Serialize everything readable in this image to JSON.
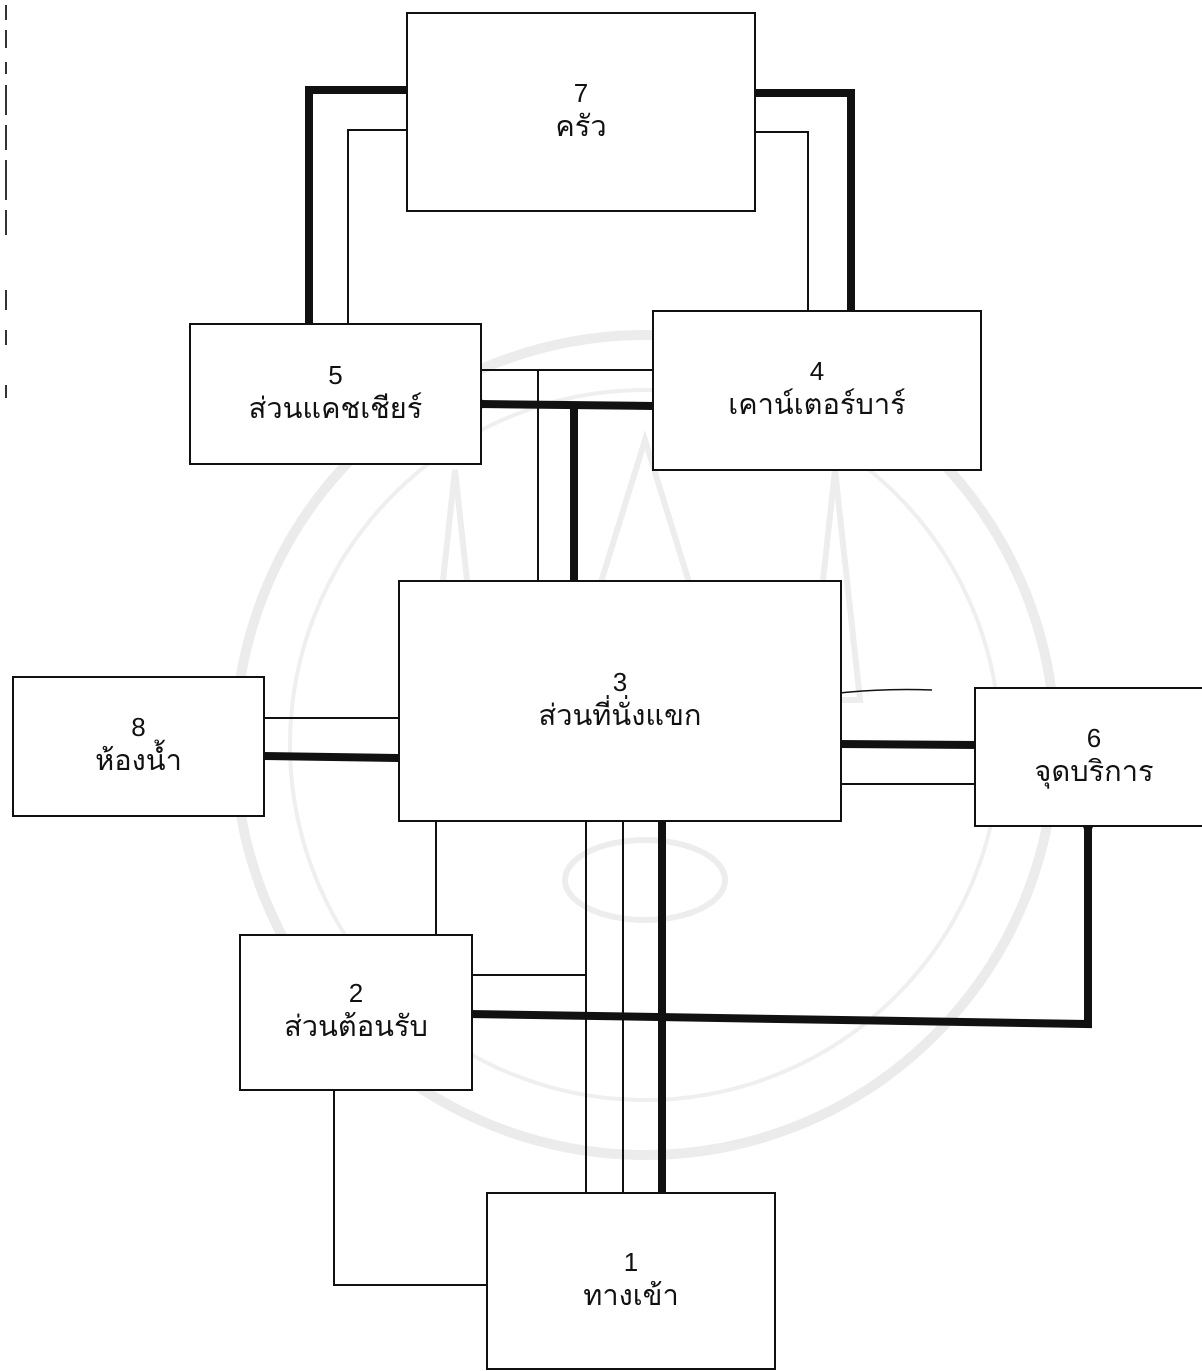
{
  "diagram": {
    "nodes": [
      {
        "id": "1",
        "number": "1",
        "label": "ทางเข้า"
      },
      {
        "id": "2",
        "number": "2",
        "label": "ส่วนต้อนรับ"
      },
      {
        "id": "3",
        "number": "3",
        "label": "ส่วนที่นั่งแขก"
      },
      {
        "id": "4",
        "number": "4",
        "label": "เคาน์เตอร์บาร์"
      },
      {
        "id": "5",
        "number": "5",
        "label": "ส่วนแคชเชียร์"
      },
      {
        "id": "6",
        "number": "6",
        "label": "จุดบริการ"
      },
      {
        "id": "7",
        "number": "7",
        "label": "ครัว"
      },
      {
        "id": "8",
        "number": "8",
        "label": "ห้องน้ำ"
      }
    ],
    "connections": [
      {
        "from": "7",
        "to": "5",
        "weight": "thick"
      },
      {
        "from": "7",
        "to": "5",
        "weight": "thin"
      },
      {
        "from": "7",
        "to": "4",
        "weight": "thick"
      },
      {
        "from": "7",
        "to": "4",
        "weight": "thin"
      },
      {
        "from": "5",
        "to": "4",
        "weight": "thick"
      },
      {
        "from": "5",
        "to": "4",
        "weight": "thin"
      },
      {
        "from": "5",
        "to": "3",
        "weight": "thick"
      },
      {
        "from": "5",
        "to": "3",
        "weight": "thin"
      },
      {
        "from": "8",
        "to": "3",
        "weight": "thick"
      },
      {
        "from": "8",
        "to": "3",
        "weight": "thin"
      },
      {
        "from": "3",
        "to": "6",
        "weight": "thick"
      },
      {
        "from": "3",
        "to": "6",
        "weight": "thin"
      },
      {
        "from": "3",
        "to": "2",
        "weight": "thin"
      },
      {
        "from": "3",
        "to": "1",
        "weight": "thick"
      },
      {
        "from": "3",
        "to": "1",
        "weight": "thin"
      },
      {
        "from": "2",
        "to": "1",
        "weight": "thick"
      },
      {
        "from": "2",
        "to": "1",
        "weight": "thin"
      },
      {
        "from": "2",
        "to": "6",
        "weight": "thick"
      }
    ]
  },
  "colors": {
    "line": "#111111",
    "box_border": "#111111",
    "watermark": "#dcdcdc"
  }
}
